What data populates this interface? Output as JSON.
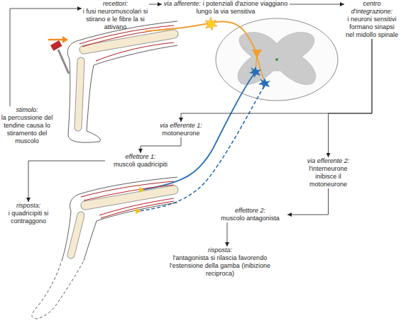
{
  "diagram": {
    "nodes": [
      {
        "text": [
          "recettori:",
          "i fusi neuromuscolari si stirano e le fibre la si attivano"
        ]
      },
      {
        "text": [
          "via afferente:",
          "i potenziali d'azione viaggiano lungo la via sensitiva"
        ]
      },
      {
        "text": [
          "centro d'integrazione:",
          "i neuroni sensitivi formano sinapsi nel midollo spinale"
        ]
      },
      {
        "text": [
          "stimolo:",
          "la percussione del tendine causa lo stiramento del muscolo"
        ]
      },
      {
        "text": [
          "via efferente 1:",
          "motoneurone"
        ]
      },
      {
        "text": [
          "via efferente 2:",
          "l'interneurone inibisce il motoneurone"
        ]
      },
      {
        "text": [
          "effettore 1:",
          "muscoli quadricipiti"
        ]
      },
      {
        "text": [
          "risposta:",
          "i quadricipiti si contraggono"
        ]
      },
      {
        "text": [
          "effettore 2:",
          "muscolo antagonista"
        ]
      },
      {
        "text": [
          "risposta:",
          "l'antagonista si rilascia favorendo l'estensione della gamba (inibizione reciproca)"
        ]
      }
    ],
    "edges": [
      {
        "from": 3,
        "to": 0,
        "arrow": "to"
      },
      {
        "from": 0,
        "to": 1,
        "arrow": "to"
      },
      {
        "from": 1,
        "to": 2,
        "arrow": "to"
      },
      {
        "from": 2,
        "to": 4,
        "arrow": "to"
      },
      {
        "from": 2,
        "to": 5,
        "arrow": "to"
      },
      {
        "from": 4,
        "to": 6,
        "arrow": "to"
      },
      {
        "from": 6,
        "to": 7,
        "arrow": "to"
      },
      {
        "from": 5,
        "to": 8,
        "arrow": "to"
      },
      {
        "from": 8,
        "to": 9,
        "arrow": "to"
      }
    ]
  }
}
